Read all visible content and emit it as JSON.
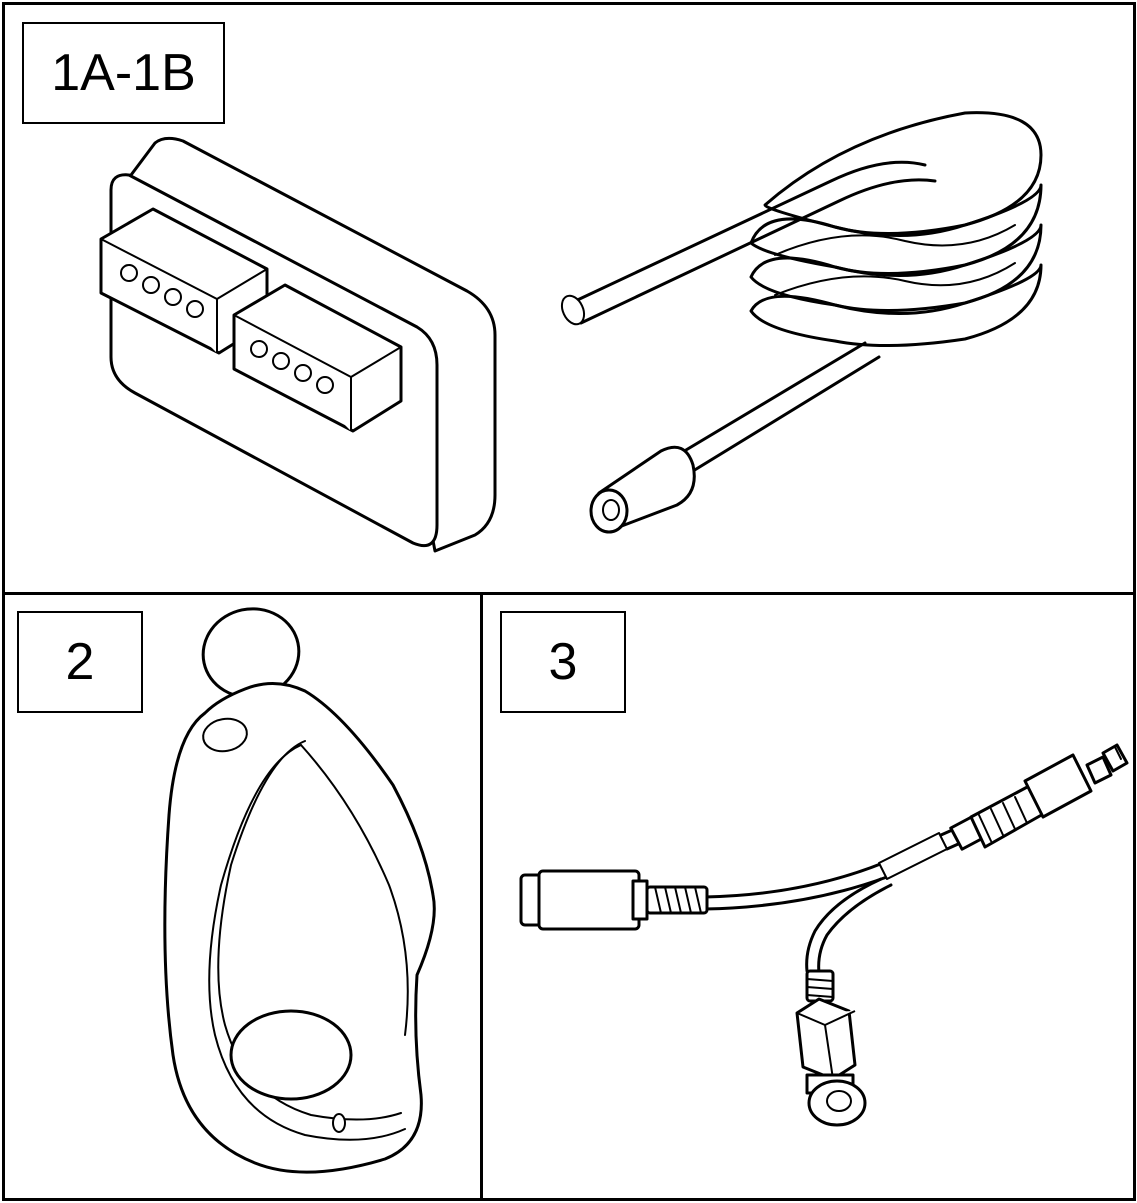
{
  "panels": [
    {
      "label": "1A-1B",
      "items": [
        "control-module-icon",
        "coiled-cable-icon"
      ]
    },
    {
      "label": "2",
      "items": [
        "key-fob-icon"
      ]
    },
    {
      "label": "3",
      "items": [
        "y-splitter-cable-icon"
      ]
    }
  ]
}
